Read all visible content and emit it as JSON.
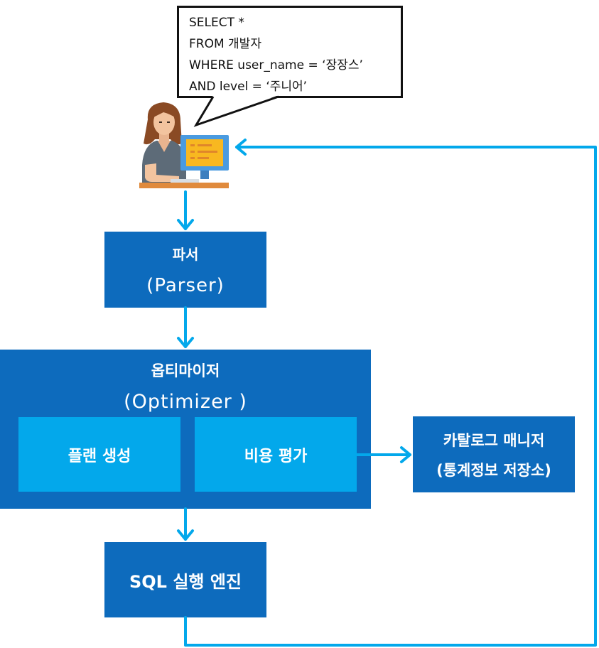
{
  "speech_bubble": {
    "lines": [
      "SELECT *",
      "FROM 개발자",
      "WHERE user_name = ‘장장스’",
      "AND level = ‘주니어’"
    ]
  },
  "parser": {
    "title": "파서",
    "subtitle": "(Parser)"
  },
  "optimizer": {
    "title": "옵티마이저",
    "subtitle": "(Optimizer )",
    "plan_generation": "플랜 생성",
    "cost_evaluation": "비용 평가"
  },
  "catalog_manager": {
    "title": "카탈로그 매니저",
    "subtitle": "(통계정보 저장소)"
  },
  "sql_engine": {
    "label": "SQL 실행 엔진"
  },
  "colors": {
    "dark_box": "#0d6bbd",
    "light_box": "#03a8eb",
    "arrow": "#03a8eb"
  },
  "icons": {
    "user": "developer-at-computer-icon"
  }
}
